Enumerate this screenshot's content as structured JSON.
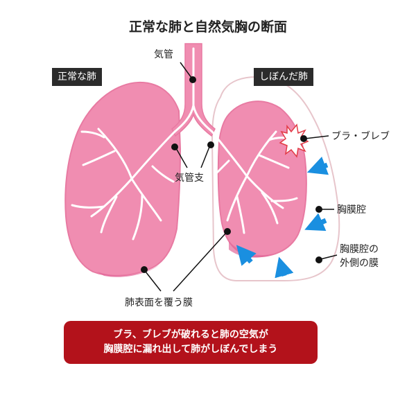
{
  "title": "正常な肺と自然気胸の断面",
  "labels": {
    "normal_lung": "正常な肺",
    "collapsed_lung": "しぼんだ肺",
    "trachea": "気管",
    "bronchi": "気管支",
    "bulla_bleb": "ブラ・ブレブ",
    "pleural_cavity": "胸膜腔",
    "outer_membrane_line1": "胸膜腔の",
    "outer_membrane_line2": "外側の膜",
    "lung_surface_membrane": "肺表面を覆う膜"
  },
  "note": {
    "line1": "ブラ、ブレブが破れると肺の空気が",
    "line2": "胸膜腔に漏れ出して肺がしぼんでしまう"
  },
  "colors": {
    "lung_fill": "#f08db1",
    "lung_edge": "#e87aa2",
    "lung_shadow": "#e3689a",
    "airway": "#ffffff",
    "cavity_outline": "#e7c5cb",
    "arrow": "#1a8fe0",
    "note_bg": "#b3121b",
    "tag_bg": "#2b2b2b",
    "burst": "#e23a45"
  }
}
